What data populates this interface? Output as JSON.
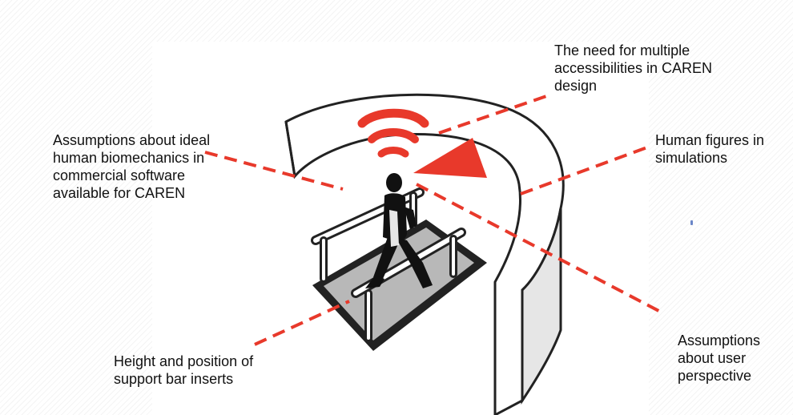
{
  "labels": {
    "need": "The need for multiple accessibilities in CAREN design",
    "assumptions_biomech": "Assumptions about ideal human biomechanics in commercial software available for CAREN",
    "human_figures": "Human figures in simulations",
    "support_bars": "Height and position of support bar inserts",
    "user_perspective": "Assumptions about user perspective"
  },
  "colors": {
    "accent": "#e8392b",
    "outline": "#222222",
    "floor": "#b8b8b8",
    "screen_shade": "#e6e6e6"
  },
  "icons": {
    "signal": "wifi-signal-icon",
    "figure": "walking-person-icon",
    "triangle": "view-cone-icon"
  }
}
